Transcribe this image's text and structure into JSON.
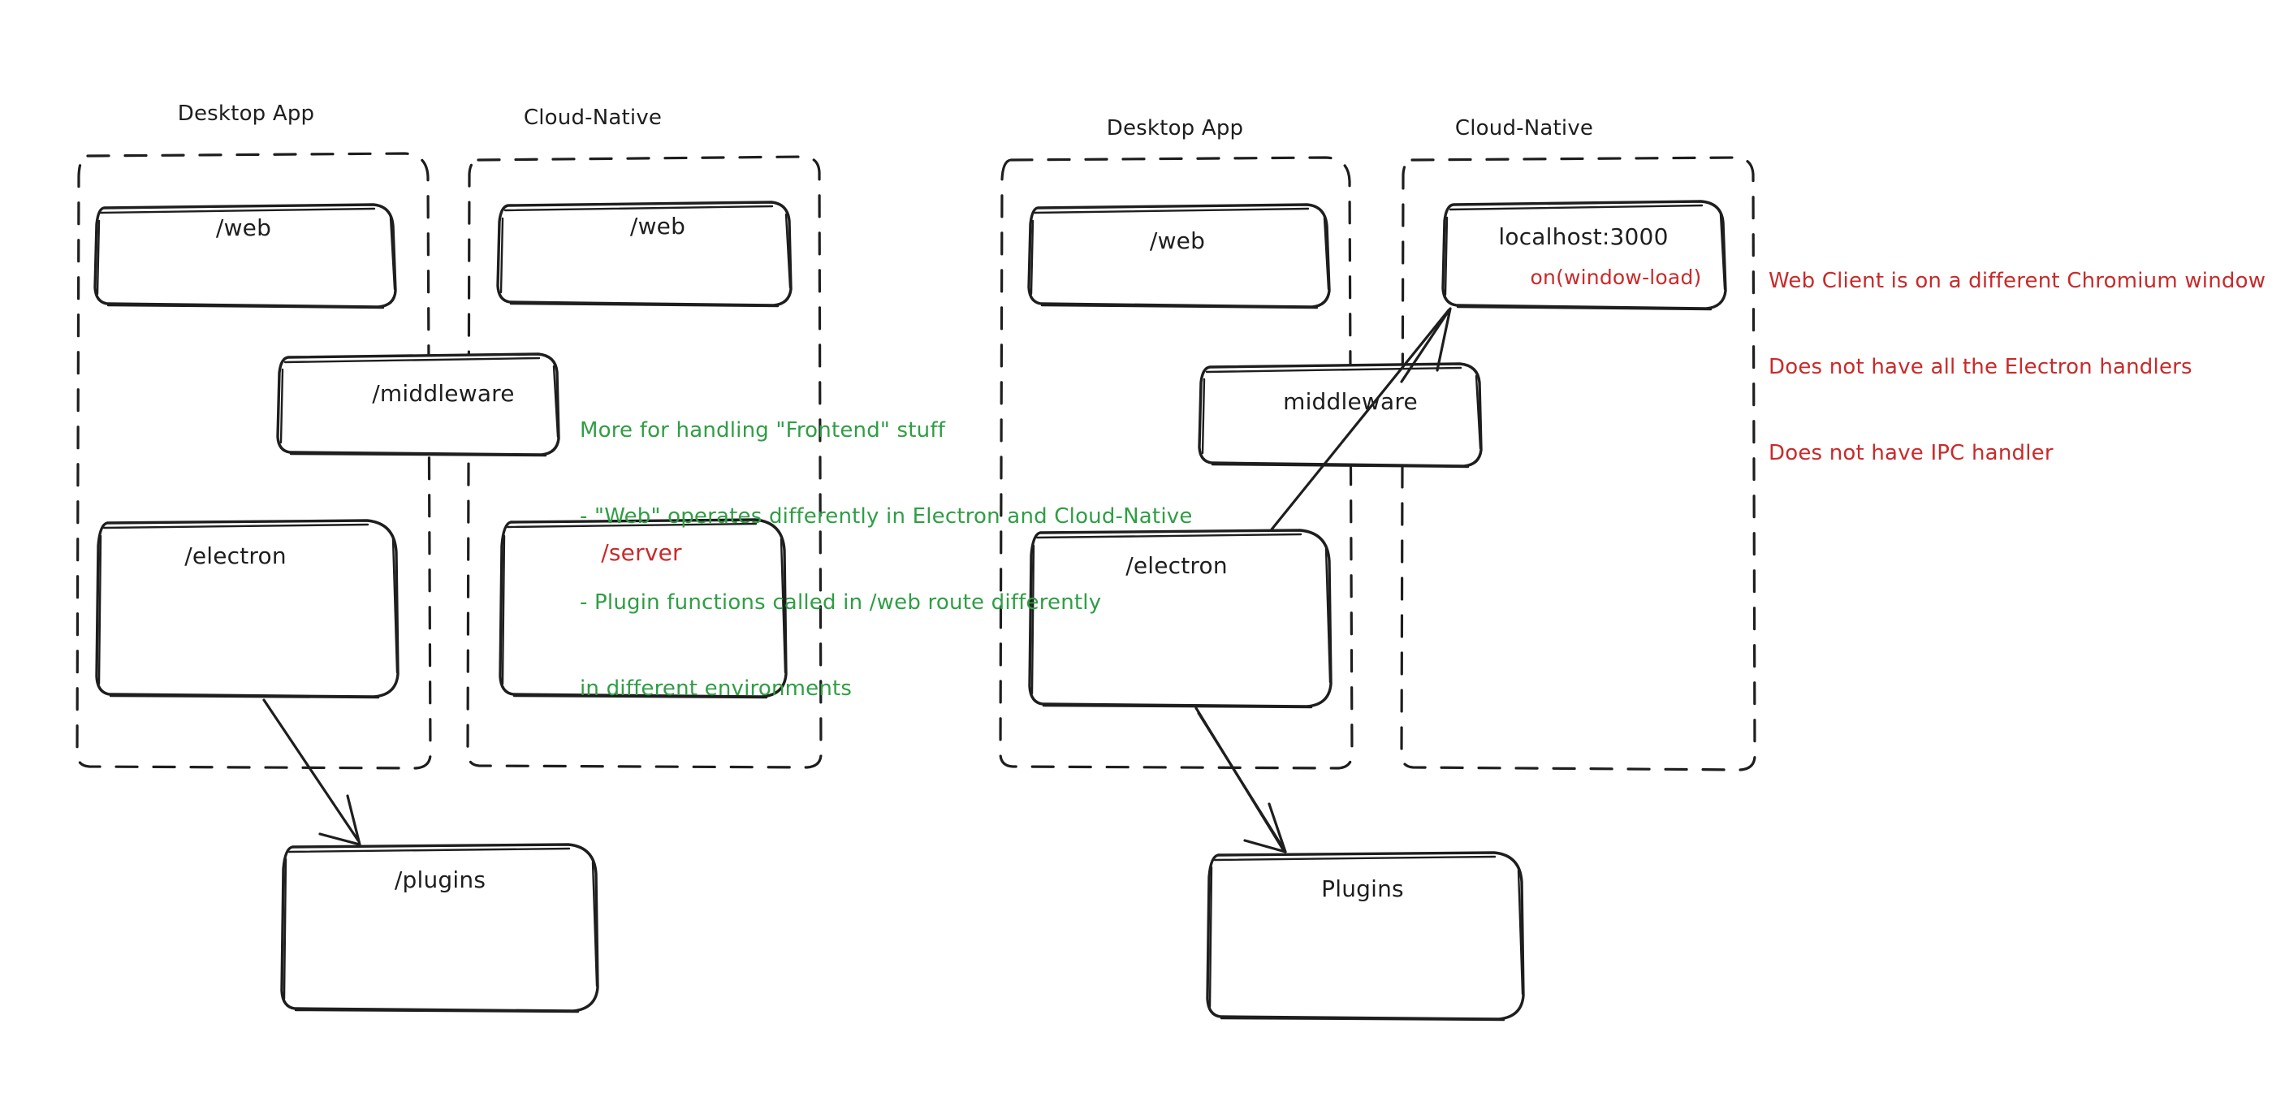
{
  "diagram": {
    "title": "Electron Desktop App vs Cloud-Native architecture comparison",
    "style": "hand-drawn sketch (excalidraw)",
    "background": "#ffffff",
    "colors": {
      "stroke": "#1e1e1e",
      "green_note": "#2f9e44",
      "red_note": "#c92a2a"
    }
  },
  "left_diagram": {
    "groups": [
      {
        "id": "left-desktop",
        "label": "Desktop App"
      },
      {
        "id": "left-cloud",
        "label": "Cloud-Native"
      }
    ],
    "nodes": [
      {
        "id": "left-web-desktop",
        "label": "/web"
      },
      {
        "id": "left-web-cloud",
        "label": "/web"
      },
      {
        "id": "left-middleware",
        "label": "/middleware"
      },
      {
        "id": "left-electron",
        "label": "/electron"
      },
      {
        "id": "left-server",
        "label": "/server",
        "color": "red"
      },
      {
        "id": "left-plugins",
        "label": "/plugins"
      }
    ],
    "note_green": {
      "lines": [
        "More for handling \"Frontend\" stuff",
        "- \"Web\" operates differently in Electron and Cloud-Native",
        "- Plugin functions called in /web route differently",
        "in different environments"
      ]
    },
    "edges": [
      {
        "from": "left-electron",
        "to": "left-plugins",
        "type": "arrow"
      }
    ]
  },
  "right_diagram": {
    "groups": [
      {
        "id": "right-desktop",
        "label": "Desktop App"
      },
      {
        "id": "right-cloud",
        "label": "Cloud-Native"
      }
    ],
    "nodes": [
      {
        "id": "right-web",
        "label": "/web"
      },
      {
        "id": "right-localhost",
        "label": "localhost:3000",
        "sub": "on(window-load)",
        "sub_color": "red"
      },
      {
        "id": "right-middleware",
        "label": "middleware"
      },
      {
        "id": "right-electron",
        "label": "/electron"
      },
      {
        "id": "right-plugins",
        "label": "Plugins"
      }
    ],
    "note_red": {
      "lines": [
        "Web Client is on a different Chromium window",
        "Does not have all the Electron handlers",
        "Does not have IPC handler"
      ]
    },
    "edges": [
      {
        "from": "right-electron",
        "to": "right-plugins",
        "type": "arrow"
      },
      {
        "from": "right-electron",
        "to": "right-localhost",
        "type": "arrow"
      }
    ]
  }
}
